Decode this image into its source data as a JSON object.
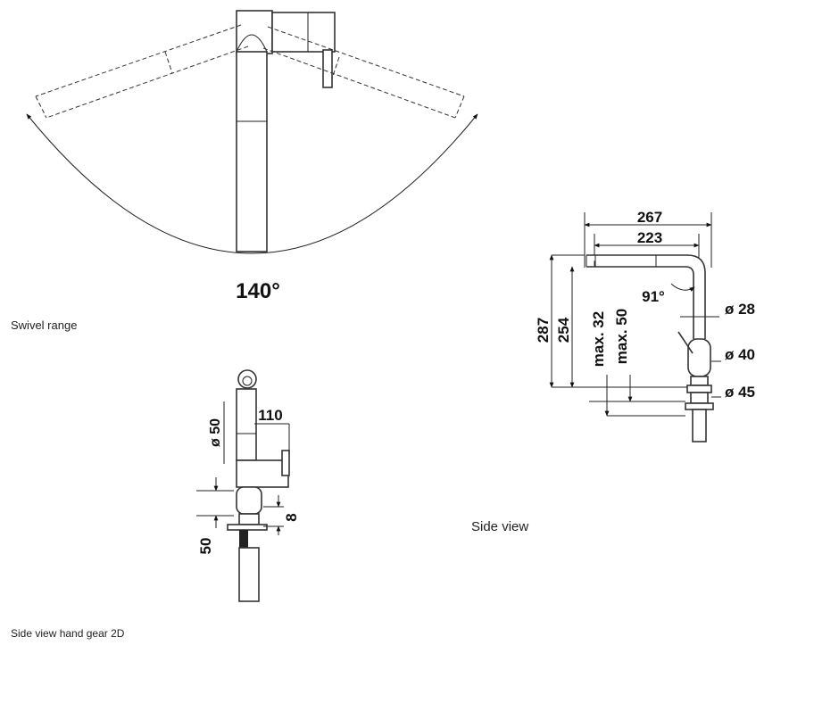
{
  "swivel": {
    "angle": "140°",
    "caption": "Swivel range"
  },
  "side_view": {
    "caption": "Side view",
    "dims": {
      "d267": "267",
      "d223": "223",
      "d287": "287",
      "d254": "254",
      "max32": "max. 32",
      "max50": "max. 50",
      "a91": "91°",
      "o28": "ø 28",
      "o40": "ø 40",
      "o45": "ø 45"
    }
  },
  "hand_gear": {
    "caption": "Side view hand gear 2D",
    "dims": {
      "o50": "ø 50",
      "d110": "110",
      "d8": "8",
      "d50": "50"
    }
  }
}
